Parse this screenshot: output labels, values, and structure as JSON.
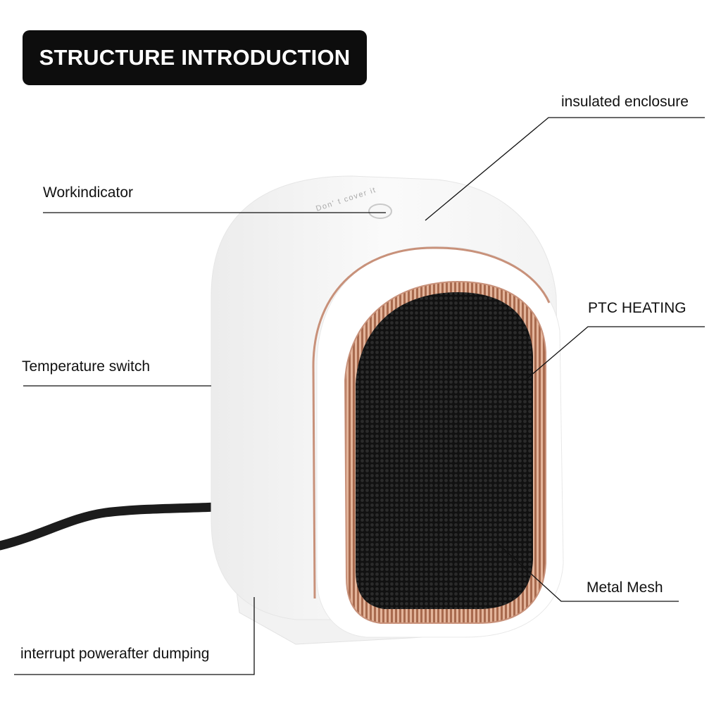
{
  "title": "STRUCTURE INTRODUCTION",
  "product": {
    "name": "space heater",
    "top_text": "Don't cover it",
    "colors": {
      "body": "#ffffff",
      "trim": "#c8917a",
      "grille": "#1a1a1a",
      "coil": "#b87a5c",
      "cord": "#1c1c1c",
      "banner": "#0d0d0d"
    }
  },
  "callouts": [
    {
      "id": "insulated-enclosure",
      "label": "insulated enclosure"
    },
    {
      "id": "workindicator",
      "label": "Workindicator"
    },
    {
      "id": "ptc-heating",
      "label": "PTC HEATING"
    },
    {
      "id": "temperature-switch",
      "label": "Temperature switch"
    },
    {
      "id": "metal-mesh",
      "label": "Metal Mesh"
    },
    {
      "id": "interrupt-power",
      "label": "interrupt powerafter dumping"
    }
  ]
}
